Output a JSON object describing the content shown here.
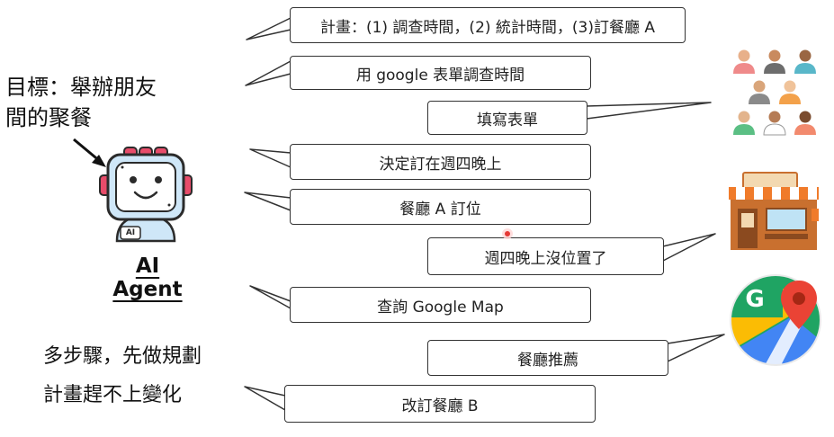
{
  "goal": {
    "line1": "目標：舉辦朋友",
    "line2": "間的聚餐"
  },
  "agent": {
    "label": "AI Agent",
    "badge": "AI"
  },
  "note": {
    "line1": "多步驟，先做規劃",
    "line2": "計畫趕不上變化"
  },
  "steps": [
    {
      "text": "計畫：(1) 調查時間，(2) 統計時間，(3)訂餐廳 A",
      "side": "agent"
    },
    {
      "text": "用 google 表單調查時間",
      "side": "agent"
    },
    {
      "text": "填寫表單",
      "side": "environment"
    },
    {
      "text": "決定訂在週四晚上",
      "side": "agent"
    },
    {
      "text": "餐廳 A 訂位",
      "side": "agent"
    },
    {
      "text": "週四晚上沒位置了",
      "side": "environment"
    },
    {
      "text": "查詢 Google Map",
      "side": "agent"
    },
    {
      "text": "餐廳推薦",
      "side": "environment"
    },
    {
      "text": "改訂餐廳 B",
      "side": "agent"
    }
  ],
  "icons": {
    "people": "people-group-icon",
    "restaurant": "restaurant-icon",
    "maps": "google-maps-icon",
    "maps_letter": "G"
  },
  "colors": {
    "robot_body": "#cfe7f8",
    "robot_outline": "#2b2b2b",
    "robot_accent": "#e84c6a",
    "awning_orange": "#f07b2a",
    "shop_wall": "#c9702f",
    "maps_green": "#1fa463",
    "maps_blue": "#4285f4",
    "maps_yellow": "#fbbc04",
    "maps_red": "#ea4335",
    "pointer_dot": "#e53935"
  }
}
